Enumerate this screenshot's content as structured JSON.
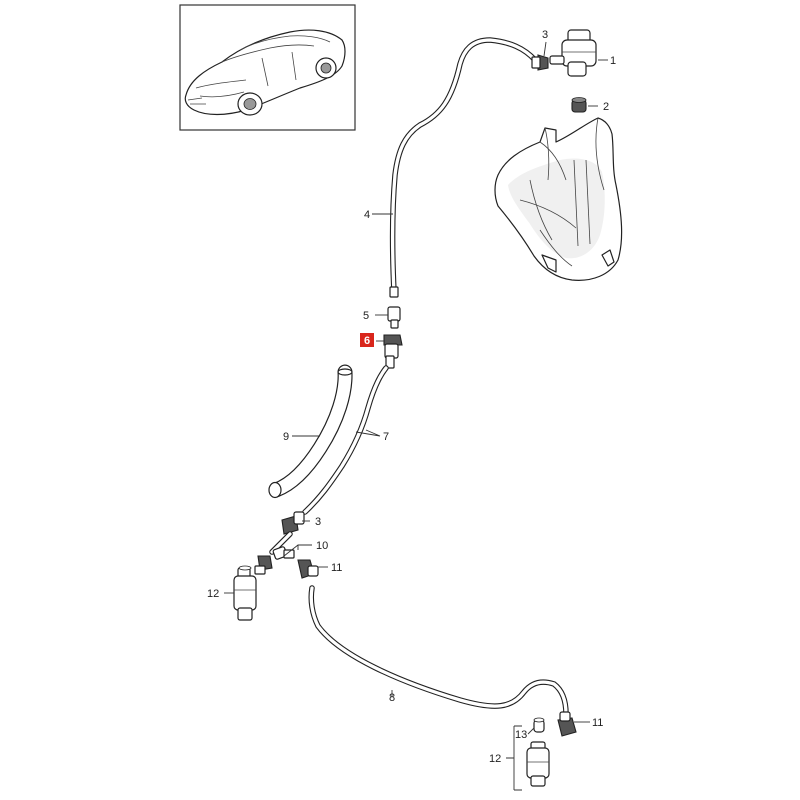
{
  "callouts": [
    {
      "id": "c1",
      "label": "1"
    },
    {
      "id": "c2",
      "label": "2"
    },
    {
      "id": "c3a",
      "label": "3"
    },
    {
      "id": "c4",
      "label": "4"
    },
    {
      "id": "c5",
      "label": "5"
    },
    {
      "id": "c6",
      "label": "6",
      "highlighted": true
    },
    {
      "id": "c7",
      "label": "7"
    },
    {
      "id": "c9",
      "label": "9"
    },
    {
      "id": "c3b",
      "label": "3"
    },
    {
      "id": "c10",
      "label": "10"
    },
    {
      "id": "c11a",
      "label": "11"
    },
    {
      "id": "c12a",
      "label": "12"
    },
    {
      "id": "c8",
      "label": "8"
    },
    {
      "id": "c11b",
      "label": "11"
    },
    {
      "id": "c12b",
      "label": "12"
    },
    {
      "id": "c13",
      "label": "13"
    }
  ],
  "colors": {
    "highlight": "#d9261c",
    "line": "#222222",
    "background": "#ffffff"
  },
  "icons": {
    "vehicle": "car-thumbnail-icon"
  }
}
